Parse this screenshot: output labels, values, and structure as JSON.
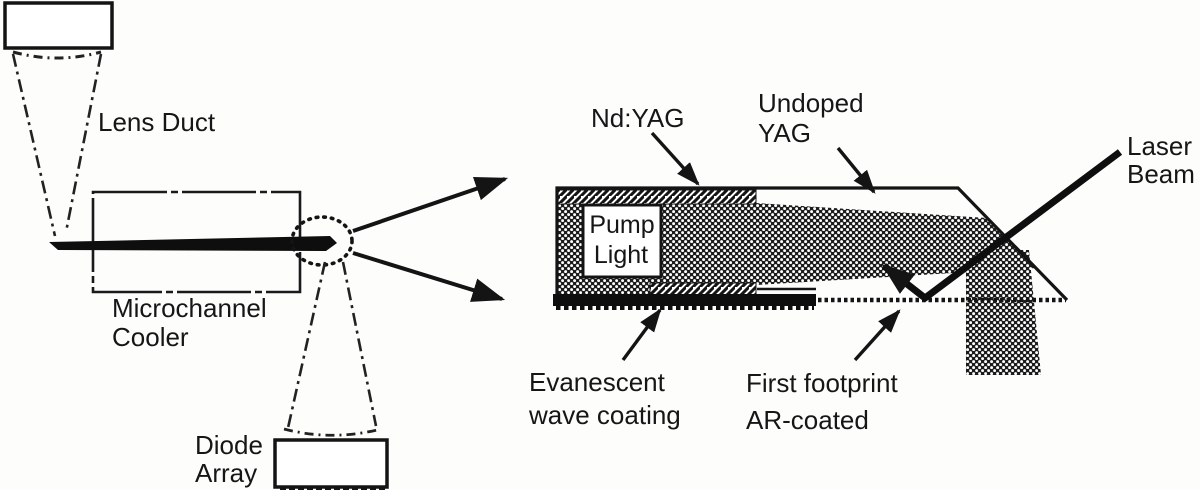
{
  "figure": {
    "description": "Scanned technical diagram of a diode-pumped zig-zag slab laser: left view shows pump delivery hardware, right view is a magnified slab cross-section",
    "background_color": "#fdfdfc",
    "ink_color": "#161616",
    "left_view": {
      "lens_duct_label": "Lens Duct",
      "cooler_label_line1": "Microchannel",
      "cooler_label_line2": "Cooler",
      "diode_label_line1": "Diode",
      "diode_label_line2": "Array"
    },
    "right_view": {
      "nd_yag_label": "Nd:YAG",
      "undoped_label_line1": "Undoped",
      "undoped_label_line2": "YAG",
      "laser_label_line1": "Laser",
      "laser_label_line2": "Beam",
      "pump_label_line1": "Pump",
      "pump_label_line2": "Light",
      "evanescent_label_line1": "Evanescent",
      "evanescent_label_line2": "wave coating",
      "footprint_label_line1": "First footprint",
      "footprint_label_line2": "AR-coated"
    }
  }
}
